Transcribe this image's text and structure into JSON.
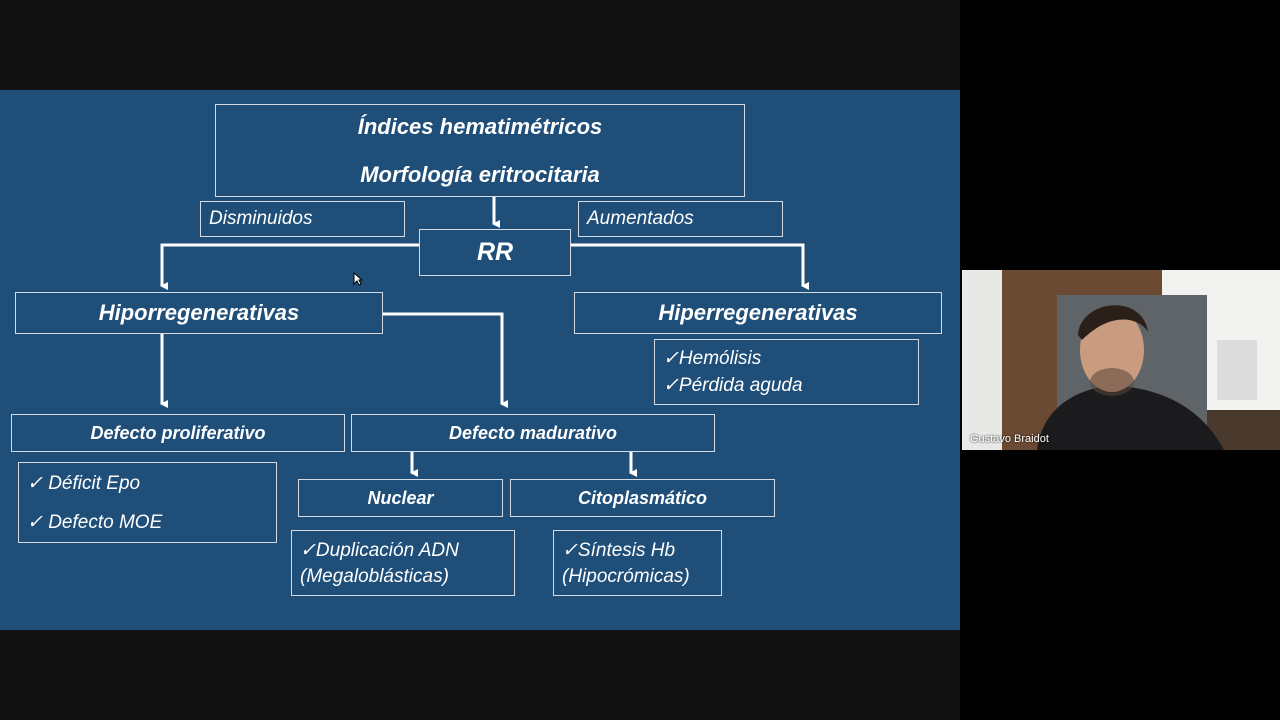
{
  "slide": {
    "title_line1": "Índices hematimétricos",
    "title_line2": "Morfología eritrocitaria",
    "decreased_label": "Disminuidos",
    "increased_label": "Aumentados",
    "rr_label": "RR",
    "hypo_label": "Hiporregenerativas",
    "hyper_label": "Hiperregenerativas",
    "hyper_items": [
      "✓Hemólisis",
      "✓Pérdida aguda"
    ],
    "prolif_label": "Defecto proliferativo",
    "madur_label": "Defecto madurativo",
    "prolif_items": [
      "✓ Déficit Epo",
      "✓ Defecto MOE"
    ],
    "nuclear_label": "Nuclear",
    "cito_label": "Citoplasmático",
    "nuclear_items": [
      "✓Duplicación ADN",
      "(Megaloblásticas)"
    ],
    "cito_items": [
      "✓Síntesis Hb",
      "(Hipocrómicas)"
    ]
  },
  "participant": {
    "name": "Gustavo Braidot"
  },
  "colors": {
    "slide_bg": "#1f4e79",
    "stage_bg": "#111111",
    "text": "#ffffff",
    "border": "#d4dbe4"
  }
}
